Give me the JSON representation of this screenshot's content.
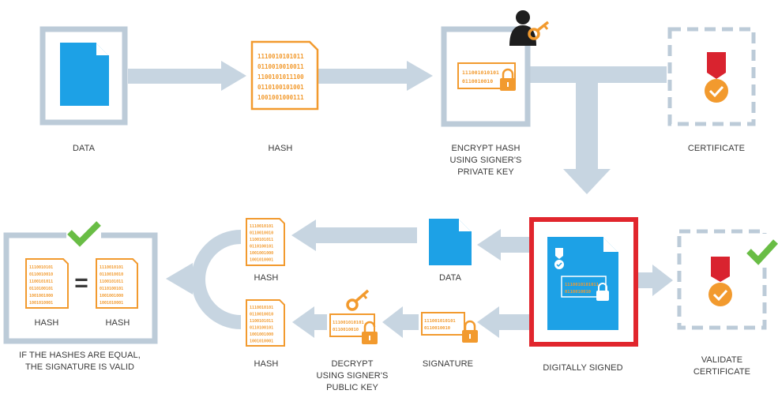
{
  "colors": {
    "arrow": "#c7d5e1",
    "frame": "#bccbd8",
    "doc_blue": "#1da1e6",
    "orange": "#f29a2e",
    "ribbon_red": "#d9232f",
    "check_green": "#69bd45",
    "highlight_red": "#e1262d",
    "label": "#3a3a3a"
  },
  "binary": {
    "hash_lines": [
      "1110010101011",
      "0110010010011",
      "1100101011100",
      "0110100101001",
      "1001001000111"
    ],
    "small_hash_lines": [
      "1110010101",
      "0110010010",
      "1100101011",
      "0110100101",
      "1001001000",
      "1001010001"
    ],
    "key_lines": [
      "111001010101",
      "0110010010"
    ],
    "card_lines": [
      "1110010101011",
      "0110010010"
    ]
  },
  "labels": {
    "data": "DATA",
    "hash": "HASH",
    "encrypt": [
      "ENCRYPT HASH",
      "USING SIGNER'S",
      "PRIVATE KEY"
    ],
    "certificate": "CERTIFICATE",
    "hash_data_branch": "HASH",
    "data_bottom": "DATA",
    "digitally_signed": "DIGITALLY SIGNED",
    "validate": [
      "VALIDATE",
      "CERTIFICATE"
    ],
    "signature": "SIGNATURE",
    "decrypt": [
      "DECRYPT",
      "USING SIGNER'S",
      "PUBLIC KEY"
    ],
    "hash_sig_branch": "HASH",
    "hash_left": "HASH",
    "hash_right": "HASH",
    "conclusion": [
      "IF THE HASHES ARE EQUAL,",
      "THE SIGNATURE IS VALID"
    ],
    "equals": "="
  }
}
